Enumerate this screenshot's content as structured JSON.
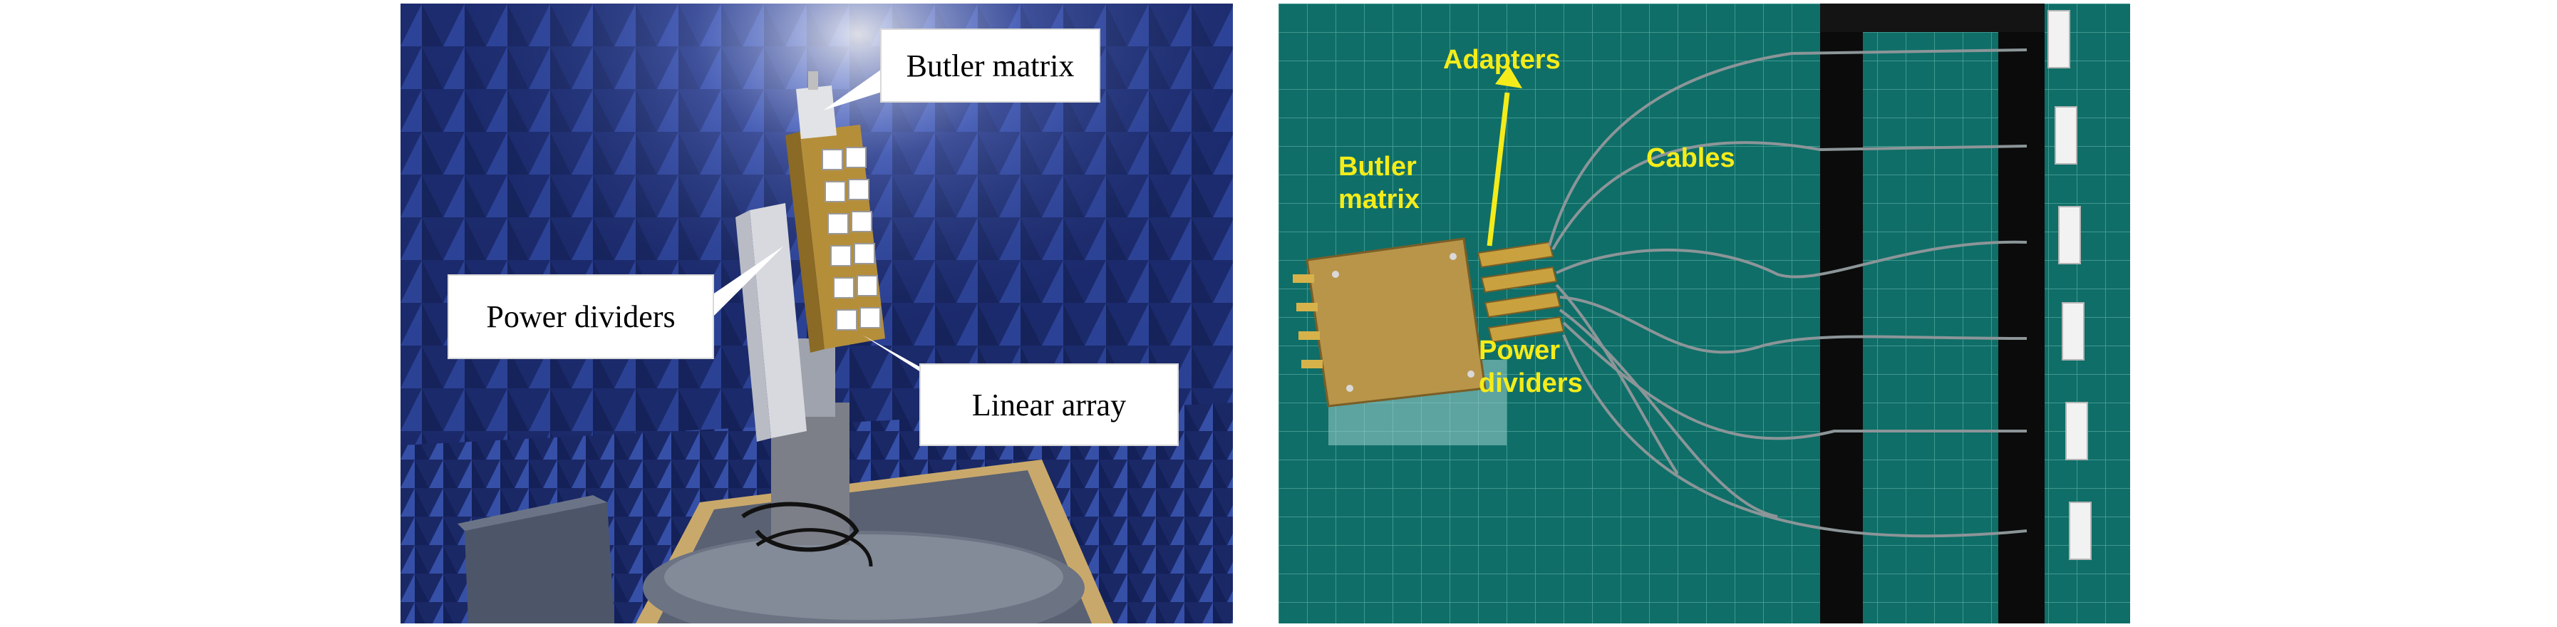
{
  "left_photo": {
    "callouts": {
      "butler_matrix": "Butler matrix",
      "power_dividers": "Power dividers",
      "linear_array": "Linear array"
    }
  },
  "right_photo": {
    "labels": {
      "adapters": "Adapters",
      "butler_line1": "Butler",
      "butler_line2": "matrix",
      "cables": "Cables",
      "power_line1": "Power",
      "power_line2": "dividers"
    }
  },
  "colors": {
    "label_yellow": "#f4ec1a",
    "chamber_blue": "#1a2a6a",
    "mat_green": "#0f6e68",
    "callout_box": "#ffffff"
  }
}
